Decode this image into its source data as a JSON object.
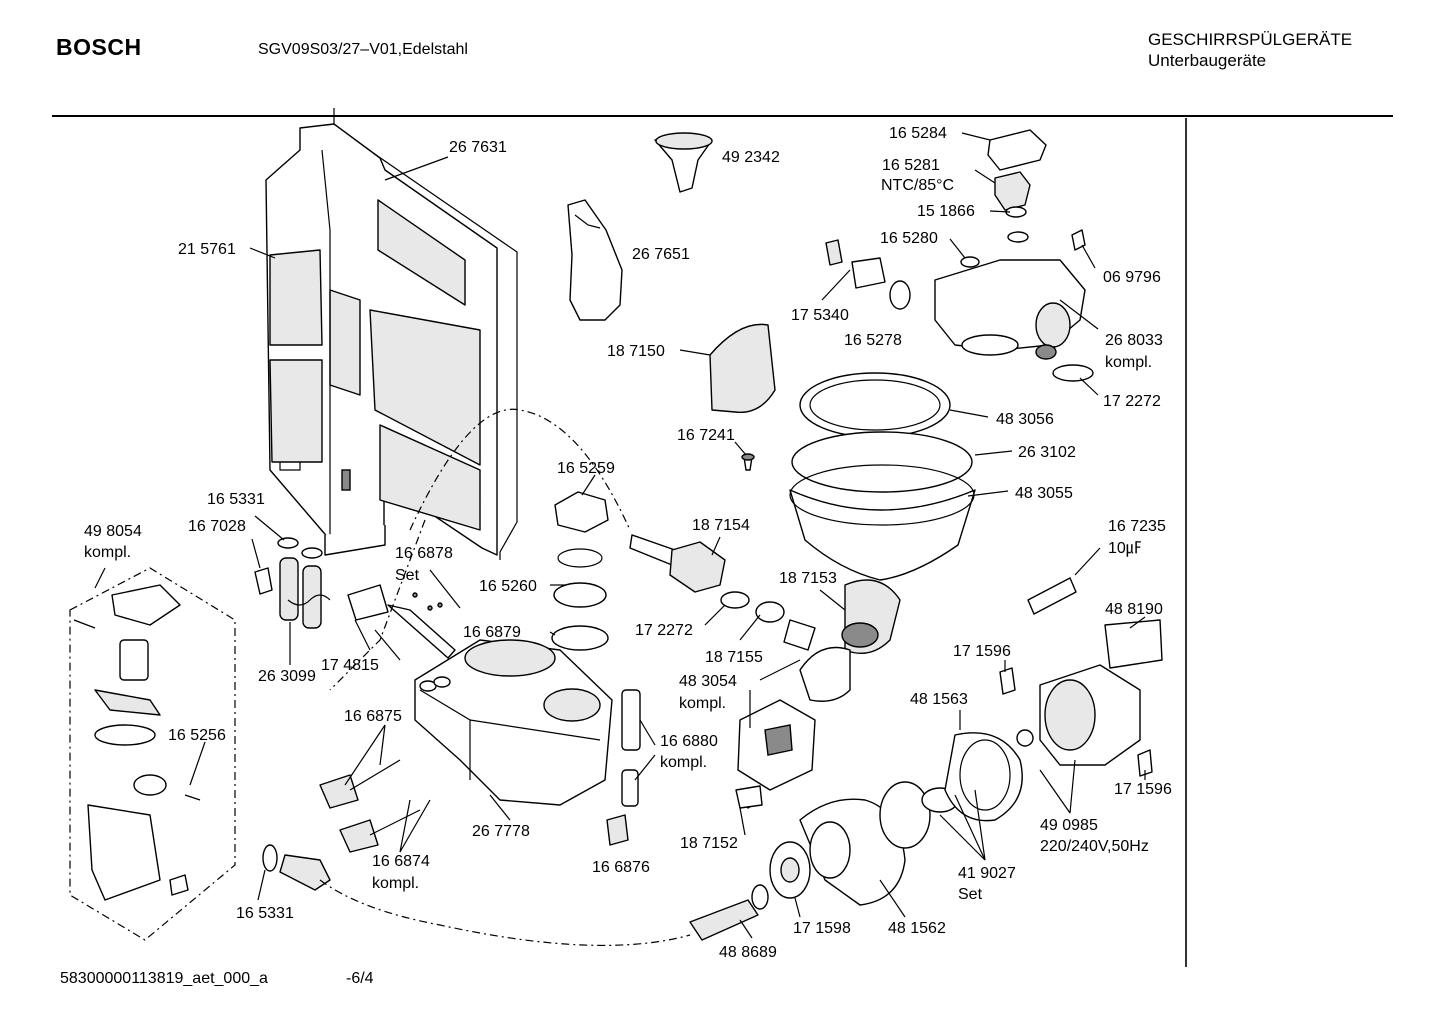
{
  "header": {
    "brand": "BOSCH",
    "model": "SGV09S03/27–V01,Edelstahl",
    "category_line1": "GESCHIRRSPÜLGERÄTE",
    "category_line2": "Unterbaugeräte"
  },
  "footer": {
    "code": "58300000113819_aet_000_a",
    "page": "-6/4"
  },
  "labels": [
    {
      "id": "267631",
      "text": "26 7631"
    },
    {
      "id": "492342",
      "text": "49 2342"
    },
    {
      "id": "165284",
      "text": "16 5284"
    },
    {
      "id": "165281",
      "text": "16 5281"
    },
    {
      "id": "ntc",
      "text": "NTC/85°C"
    },
    {
      "id": "151866",
      "text": "15 1866"
    },
    {
      "id": "165280",
      "text": "16 5280"
    },
    {
      "id": "069796",
      "text": "06 9796"
    },
    {
      "id": "215761",
      "text": "21 5761"
    },
    {
      "id": "267651",
      "text": "26 7651"
    },
    {
      "id": "175340",
      "text": "17 5340"
    },
    {
      "id": "165278",
      "text": "16 5278"
    },
    {
      "id": "268033",
      "text": "26 8033"
    },
    {
      "id": "268033k",
      "text": "kompl."
    },
    {
      "id": "187150",
      "text": "18 7150"
    },
    {
      "id": "172272a",
      "text": "17 2272"
    },
    {
      "id": "483056",
      "text": "48 3056"
    },
    {
      "id": "167241",
      "text": "16 7241"
    },
    {
      "id": "263102",
      "text": "26 3102"
    },
    {
      "id": "165259",
      "text": "16 5259"
    },
    {
      "id": "483055",
      "text": "48 3055"
    },
    {
      "id": "165331a",
      "text": "16 5331"
    },
    {
      "id": "167028",
      "text": "16 7028"
    },
    {
      "id": "498054",
      "text": "49 8054"
    },
    {
      "id": "498054k",
      "text": "kompl."
    },
    {
      "id": "187154",
      "text": "18 7154"
    },
    {
      "id": "167235",
      "text": "16 7235"
    },
    {
      "id": "10mf",
      "text": "10㎌"
    },
    {
      "id": "166878",
      "text": "16 6878"
    },
    {
      "id": "set1",
      "text": "Set"
    },
    {
      "id": "165260",
      "text": "16 5260"
    },
    {
      "id": "187153",
      "text": "18 7153"
    },
    {
      "id": "488190",
      "text": "48 8190"
    },
    {
      "id": "166879",
      "text": "16 6879"
    },
    {
      "id": "172272b",
      "text": "17 2272"
    },
    {
      "id": "174815",
      "text": "17 4815"
    },
    {
      "id": "187155",
      "text": "18 7155"
    },
    {
      "id": "171596a",
      "text": "17 1596"
    },
    {
      "id": "483054",
      "text": "48  3054"
    },
    {
      "id": "483054k",
      "text": "kompl."
    },
    {
      "id": "263099",
      "text": "26 3099"
    },
    {
      "id": "481563",
      "text": "48 1563"
    },
    {
      "id": "166875",
      "text": "16 6875"
    },
    {
      "id": "165256",
      "text": "16 5256"
    },
    {
      "id": "166880",
      "text": "16  6880"
    },
    {
      "id": "166880k",
      "text": "kompl."
    },
    {
      "id": "171596b",
      "text": "17 1596"
    },
    {
      "id": "267778",
      "text": "26 7778"
    },
    {
      "id": "187152",
      "text": "18 7152"
    },
    {
      "id": "490985",
      "text": "49 0985"
    },
    {
      "id": "volt",
      "text": "220/240V,50Hz"
    },
    {
      "id": "166874",
      "text": "16 6874"
    },
    {
      "id": "166874k",
      "text": "kompl."
    },
    {
      "id": "166876",
      "text": "16 6876"
    },
    {
      "id": "419027",
      "text": "41 9027"
    },
    {
      "id": "set2",
      "text": "Set"
    },
    {
      "id": "165331b",
      "text": "16 5331"
    },
    {
      "id": "171598",
      "text": "17 1598"
    },
    {
      "id": "481562",
      "text": "48 1562"
    },
    {
      "id": "488689",
      "text": "48 8689"
    }
  ]
}
